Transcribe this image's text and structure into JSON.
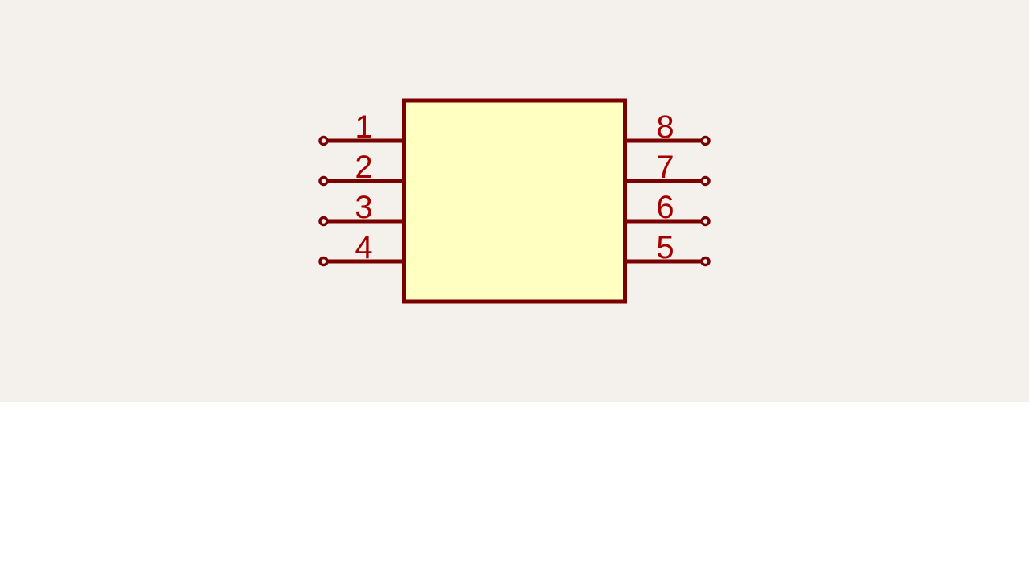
{
  "colors": {
    "background": "#f4f1ec",
    "page": "#ffffff",
    "outline": "#7a0000",
    "body_fill": "#ffffc2",
    "pin_number_text": "#a50000"
  },
  "component": {
    "pins_left": [
      {
        "number": "1"
      },
      {
        "number": "2"
      },
      {
        "number": "3"
      },
      {
        "number": "4"
      }
    ],
    "pins_right": [
      {
        "number": "8"
      },
      {
        "number": "7"
      },
      {
        "number": "6"
      },
      {
        "number": "5"
      }
    ]
  }
}
